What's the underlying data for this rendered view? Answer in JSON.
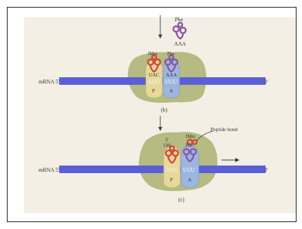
{
  "panel_b": {
    "incoming_trna_amino_acid": "Phe",
    "incoming_anticodon": "AAA",
    "mrna_label": "mRNA 5'",
    "mrna_3prime": "3'",
    "p_site_trna_amino_acid": "fMet",
    "a_site_trna_amino_acid": "Phe",
    "p_site_anticodon": "UAC",
    "a_site_anticodon": "AAA",
    "p_site_codon": "AUG",
    "a_site_codon": "UUU",
    "p_site_label": "P",
    "a_site_label": "A",
    "caption": "(b)"
  },
  "panel_c": {
    "oh_prime": "3'",
    "oh_label": "OH",
    "fmet_label": "fMet",
    "phe_label": "Phe",
    "peptide_bond_label": "Peptide bond",
    "mrna_label": "mRNA 5'",
    "mrna_3prime": "3'",
    "p_site_codon": "AUG",
    "a_site_codon": "UUU",
    "p_site_label": "P",
    "a_site_label": "A",
    "caption": "(c)"
  },
  "colors": {
    "mrna": "#5a5fd6",
    "ribosome": "#a9b270",
    "p_site": "#e6d99a",
    "a_site": "#9cb6e0",
    "trna_red": "#d4483b",
    "trna_purple": "#8a57a6"
  }
}
